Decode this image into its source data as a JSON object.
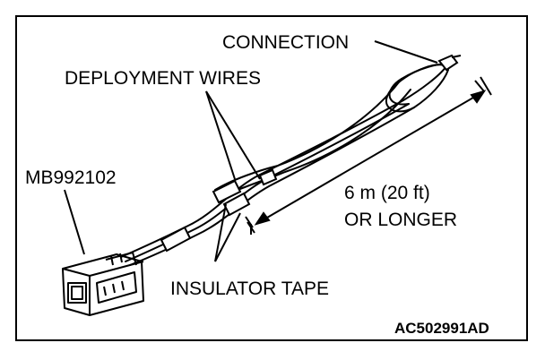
{
  "labels": {
    "connection": "CONNECTION",
    "deployment_wires": "DEPLOYMENT WIRES",
    "tool_number": "MB992102",
    "length_line1": "6 m (20 ft)",
    "length_line2": "OR LONGER",
    "insulator_tape": "INSULATOR TAPE",
    "figure_code": "AC502991AD"
  },
  "colors": {
    "line": "#000000",
    "background": "#ffffff"
  }
}
